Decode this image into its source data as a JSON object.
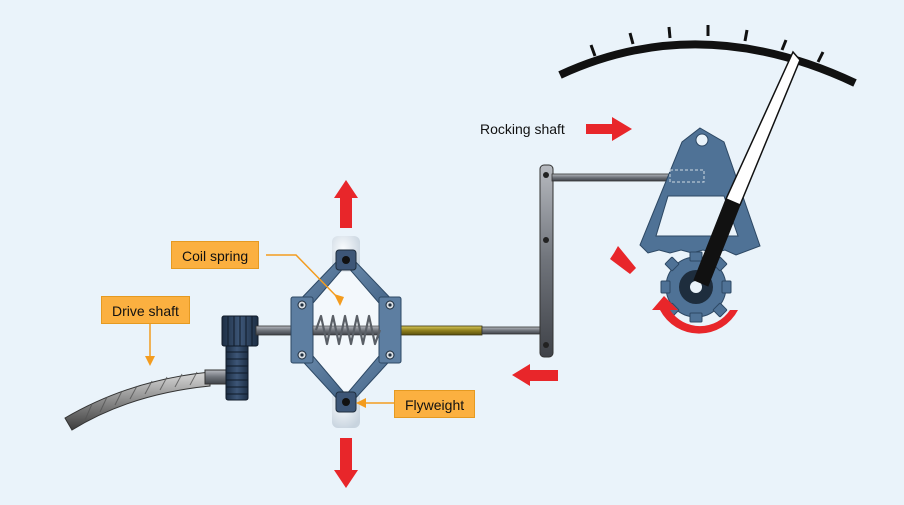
{
  "diagram": {
    "labels": {
      "coil_spring": "Coil spring",
      "drive_shaft": "Drive shaft",
      "flyweight": "Flyweight",
      "rocking_shaft": "Rocking shaft"
    },
    "colors": {
      "background": "#eaf3fa",
      "callout_fill": "#fbb040",
      "leader_line": "#f39c1f",
      "arrow_red": "#e8262a",
      "linkage_blue": "#4f7296",
      "shaft_gray": "#7d8088",
      "gauge_black": "#111111"
    }
  }
}
